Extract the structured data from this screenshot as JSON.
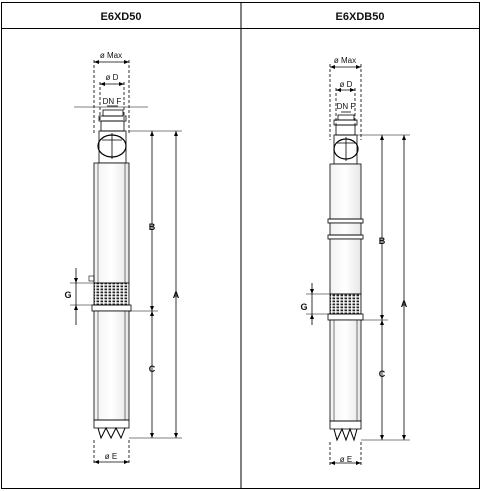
{
  "table": {
    "left": {
      "header": "E6XD50",
      "dimensions": {
        "max": "ø Max",
        "d": "ø D",
        "dnf": "DN F",
        "a": "A",
        "b": "B",
        "c": "C",
        "g": "G",
        "e": "ø E"
      }
    },
    "right": {
      "header": "E6XDB50",
      "dimensions": {
        "max": "ø Max",
        "d": "ø D",
        "dnf": "DN F",
        "a": "A",
        "b": "B",
        "c": "C",
        "g": "G",
        "e": "ø E"
      }
    }
  }
}
